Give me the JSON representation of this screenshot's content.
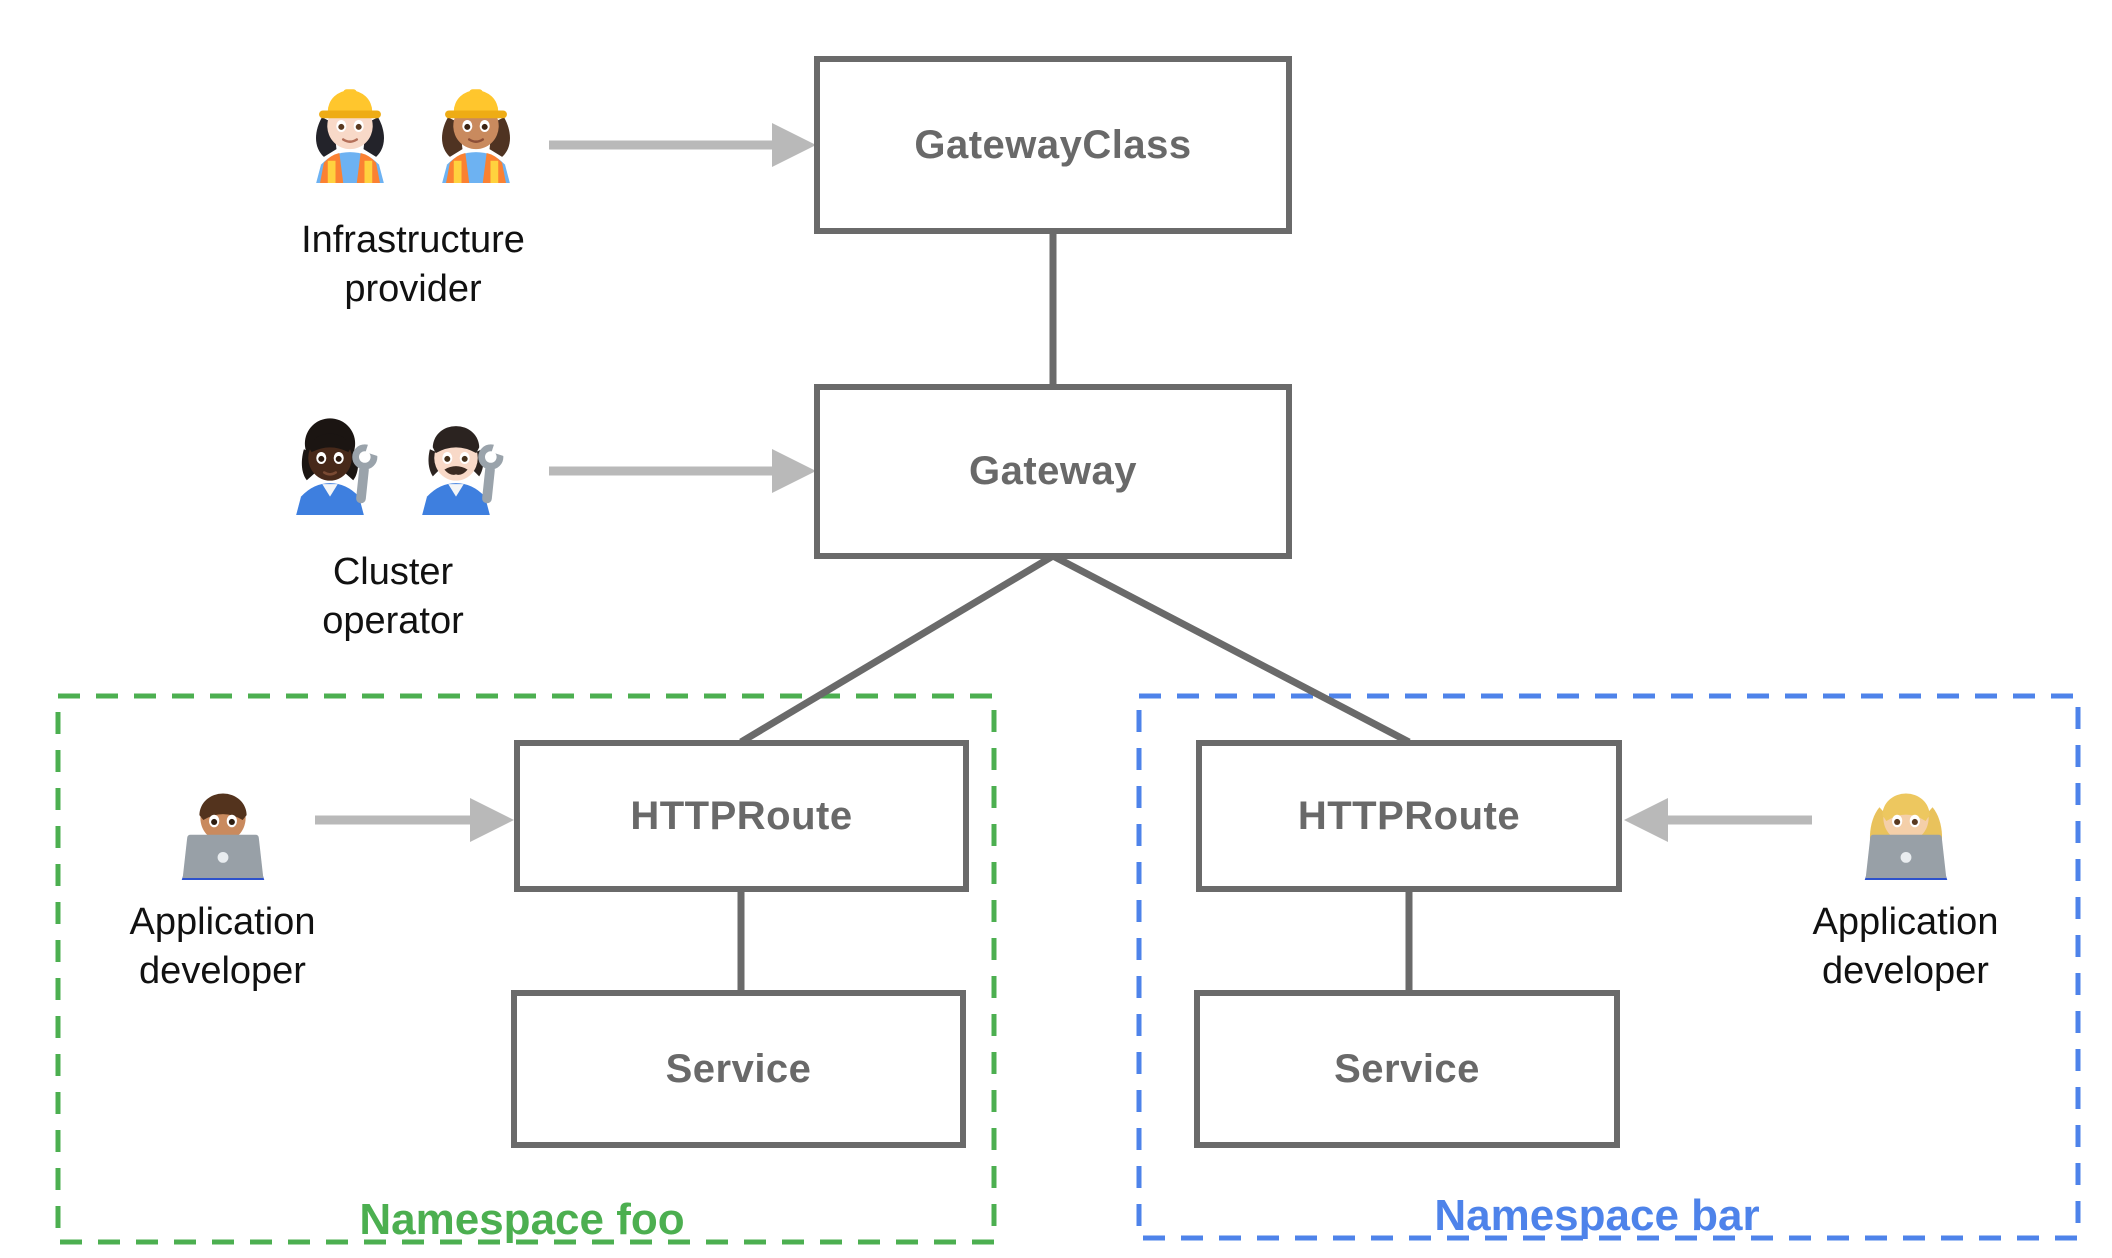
{
  "diagram": {
    "background": "#ffffff",
    "boxes": [
      {
        "id": "gateway-class",
        "label": "GatewayClass"
      },
      {
        "id": "gateway",
        "label": "Gateway"
      },
      {
        "id": "httproute-foo",
        "label": "HTTPRoute"
      },
      {
        "id": "service-foo",
        "label": "Service"
      },
      {
        "id": "httproute-bar",
        "label": "HTTPRoute"
      },
      {
        "id": "service-bar",
        "label": "Service"
      }
    ],
    "personas": [
      {
        "id": "infrastructure-provider",
        "label": "Infrastructure provider",
        "icons": [
          "woman-construction-worker-light-emoji",
          "woman-construction-worker-medium-emoji"
        ]
      },
      {
        "id": "cluster-operator",
        "label": "Cluster operator",
        "icons": [
          "mechanic-dark-skin-emoji",
          "man-mechanic-light-emoji"
        ]
      },
      {
        "id": "application-developer-foo",
        "label": "Application developer",
        "icons": [
          "man-technologist-emoji"
        ]
      },
      {
        "id": "application-developer-bar",
        "label": "Application developer",
        "icons": [
          "woman-technologist-emoji"
        ]
      }
    ],
    "namespaces": [
      {
        "id": "foo",
        "label": "Namespace foo",
        "color": "#4CAF50"
      },
      {
        "id": "bar",
        "label": "Namespace bar",
        "color": "#4E83EA"
      }
    ],
    "edges": [
      {
        "from": "gateway-class",
        "to": "gateway"
      },
      {
        "from": "gateway",
        "to": "httproute-foo"
      },
      {
        "from": "gateway",
        "to": "httproute-bar"
      },
      {
        "from": "httproute-foo",
        "to": "service-foo"
      },
      {
        "from": "httproute-bar",
        "to": "service-bar"
      }
    ],
    "actor_arrows": [
      {
        "from": "infrastructure-provider",
        "to": "gateway-class"
      },
      {
        "from": "cluster-operator",
        "to": "gateway"
      },
      {
        "from": "application-developer-foo",
        "to": "httproute-foo"
      },
      {
        "from": "application-developer-bar",
        "to": "httproute-bar"
      }
    ],
    "colors": {
      "box_border": "#6A6A6A",
      "box_text": "#696969",
      "connector": "#6A6A6A",
      "arrow": "#B9B9B9",
      "persona_text": "#111111",
      "namespace_foo": "#4CAF50",
      "namespace_bar": "#4E83EA"
    }
  }
}
